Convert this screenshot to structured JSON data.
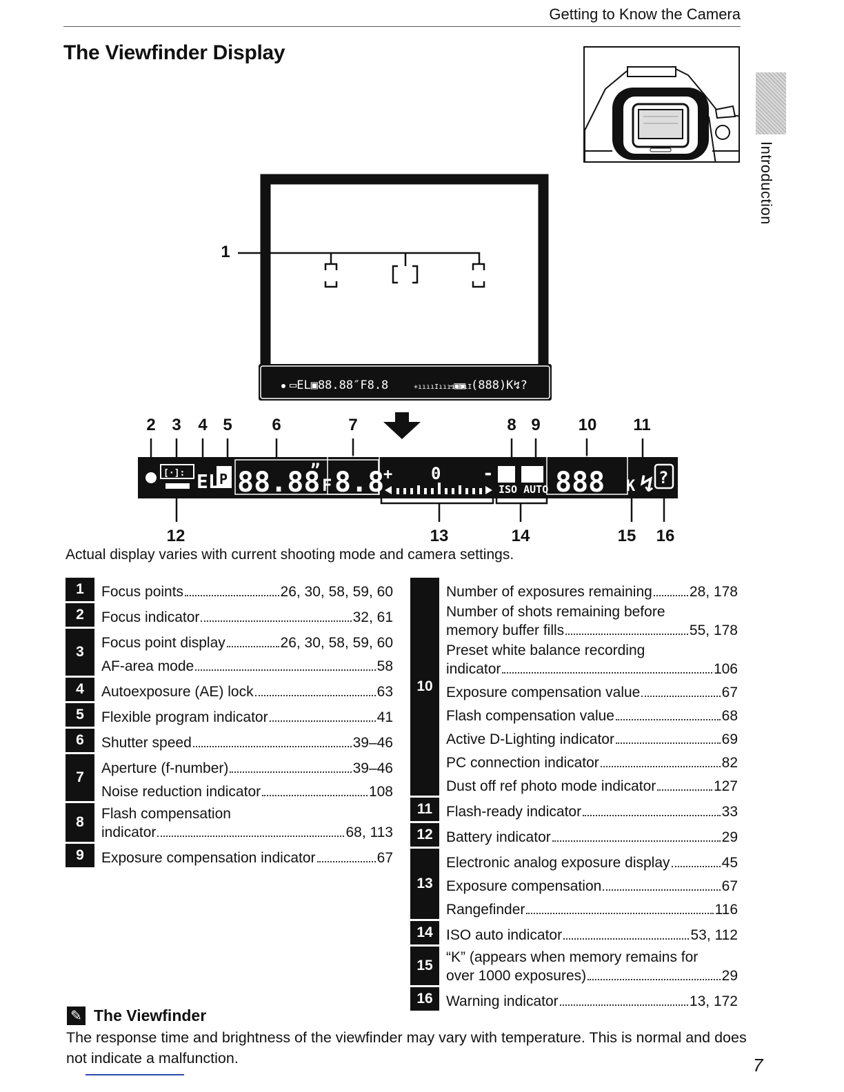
{
  "header": {
    "section": "Getting to Know the Camera"
  },
  "title": "The Viewfinder Display",
  "side_tab": "Introduction",
  "callouts": [
    "1",
    "2",
    "3",
    "4",
    "5",
    "6",
    "7",
    "8",
    "9",
    "10",
    "11",
    "12",
    "13",
    "14",
    "15",
    "16"
  ],
  "display_text": {
    "digits_a": "88.88",
    "quote": "”",
    "f": "F",
    "digits_b": "8.8",
    "plus": "+",
    "zero": "0",
    "minus": "-",
    "iso_auto": "ISO AUTO",
    "digits_c": "888",
    "k": "K",
    "warn": "?",
    "el": "EL"
  },
  "caption": "Actual display varies with current shooting mode and camera settings.",
  "left_items": [
    {
      "num": "1",
      "entries": [
        {
          "label": "Focus points",
          "pages": "26, 30, 58, 59, 60"
        }
      ]
    },
    {
      "num": "2",
      "entries": [
        {
          "label": "Focus indicator",
          "pages": "32, 61"
        }
      ]
    },
    {
      "num": "3",
      "entries": [
        {
          "label": "Focus point display",
          "pages": "26, 30, 58, 59, 60"
        },
        {
          "label": "AF-area mode",
          "pages": "58"
        }
      ]
    },
    {
      "num": "4",
      "entries": [
        {
          "label": "Autoexposure (AE) lock",
          "pages": "63"
        }
      ]
    },
    {
      "num": "5",
      "entries": [
        {
          "label": "Flexible program indicator",
          "pages": "41"
        }
      ]
    },
    {
      "num": "6",
      "entries": [
        {
          "label": "Shutter speed",
          "pages": "39–46"
        }
      ]
    },
    {
      "num": "7",
      "entries": [
        {
          "label": "Aperture (f-number)",
          "pages": "39–46"
        },
        {
          "label": "Noise reduction indicator",
          "pages": "108"
        }
      ]
    },
    {
      "num": "8",
      "entries": [
        {
          "label": "Flash compensation",
          "label2": "indicator",
          "pages": "68, 113"
        }
      ]
    },
    {
      "num": "9",
      "entries": [
        {
          "label": "Exposure compensation indicator",
          "pages": "67"
        }
      ]
    }
  ],
  "right_items": [
    {
      "num": "10",
      "entries": [
        {
          "label": "Number of exposures remaining",
          "pages": "28, 178"
        },
        {
          "label": "Number of shots remaining before",
          "label2": "memory buffer fills",
          "pages": "55, 178"
        },
        {
          "label": "Preset white balance recording",
          "label2": "indicator",
          "pages": "106"
        },
        {
          "label": "Exposure compensation value",
          "pages": "67"
        },
        {
          "label": "Flash compensation value",
          "pages": "68"
        },
        {
          "label": "Active D-Lighting indicator",
          "pages": "69"
        },
        {
          "label": "PC connection indicator",
          "pages": "82"
        },
        {
          "label": "Dust off ref photo mode indicator",
          "pages": "127"
        }
      ]
    },
    {
      "num": "11",
      "entries": [
        {
          "label": "Flash-ready indicator",
          "pages": "33"
        }
      ]
    },
    {
      "num": "12",
      "entries": [
        {
          "label": "Battery indicator",
          "pages": "29"
        }
      ]
    },
    {
      "num": "13",
      "entries": [
        {
          "label": "Electronic analog exposure display",
          "pages": "45"
        },
        {
          "label": "Exposure compensation",
          "pages": "67"
        },
        {
          "label": "Rangefinder",
          "pages": "116"
        }
      ]
    },
    {
      "num": "14",
      "entries": [
        {
          "label": "ISO auto indicator",
          "pages": "53, 112"
        }
      ]
    },
    {
      "num": "15",
      "entries": [
        {
          "label": "“K” (appears when memory remains for",
          "label2": "over 1000 exposures)",
          "pages": "29"
        }
      ]
    },
    {
      "num": "16",
      "entries": [
        {
          "label": "Warning indicator",
          "pages": "13, 172"
        }
      ]
    }
  ],
  "note": {
    "icon": "pencil-icon",
    "title": "The Viewfinder",
    "body": "The response time and brightness of the viewfinder may vary with temperature. This is normal and does not indicate a malfunction."
  },
  "page_number": "7"
}
